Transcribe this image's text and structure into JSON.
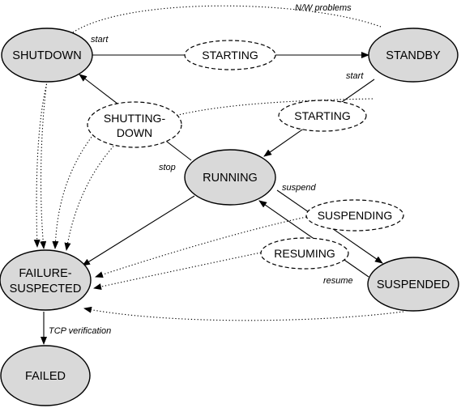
{
  "states": {
    "shutdown": "SHUTDOWN",
    "standby": "STANDBY",
    "running": "RUNNING",
    "suspended": "SUSPENDED",
    "failure_suspected": [
      "FAILURE-",
      "SUSPECTED"
    ],
    "failed": "FAILED"
  },
  "transient_states": {
    "starting_1": "STARTING",
    "starting_2": "STARTING",
    "shutting_down": [
      "SHUTTING-",
      "DOWN"
    ],
    "suspending": "SUSPENDING",
    "resuming": "RESUMING"
  },
  "edge_labels": {
    "start_1": "start",
    "start_2": "start",
    "stop": "stop",
    "suspend": "suspend",
    "resume": "resume",
    "tcp_verification": "TCP verification",
    "network_problems": "N/W problems"
  }
}
